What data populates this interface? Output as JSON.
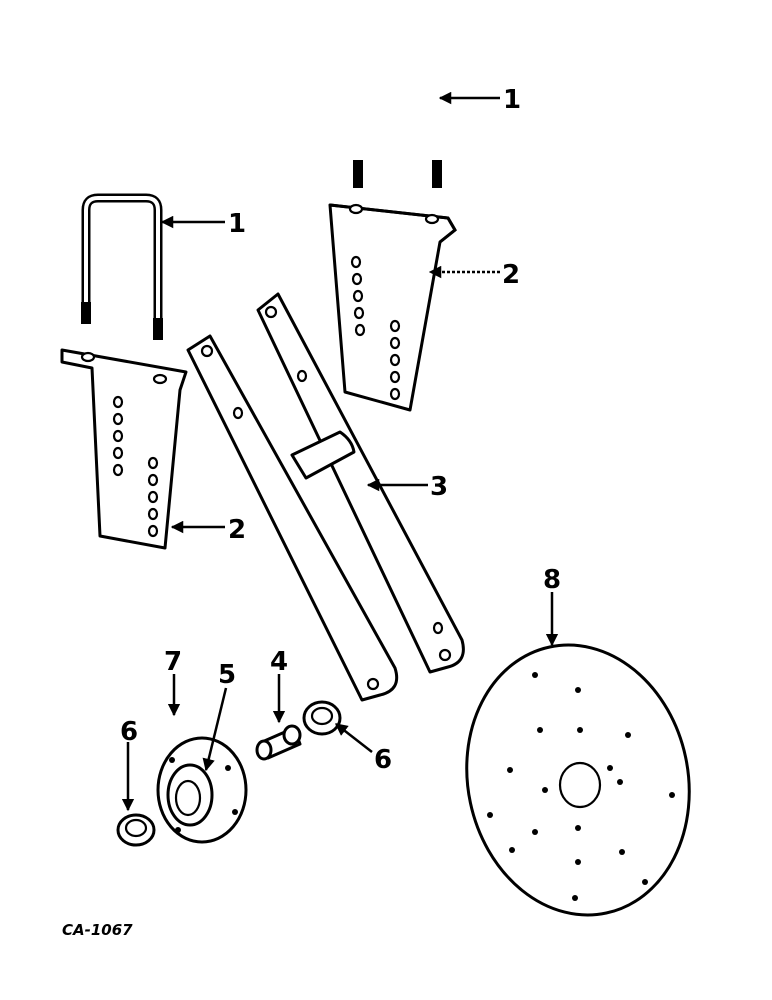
{
  "callouts": [
    {
      "id": "callout-1a",
      "text": "1"
    },
    {
      "id": "callout-1b",
      "text": "1"
    },
    {
      "id": "callout-2a",
      "text": "2"
    },
    {
      "id": "callout-2b",
      "text": "2"
    },
    {
      "id": "callout-3",
      "text": "3"
    },
    {
      "id": "callout-4",
      "text": "4"
    },
    {
      "id": "callout-5",
      "text": "5"
    },
    {
      "id": "callout-6a",
      "text": "6"
    },
    {
      "id": "callout-6b",
      "text": "6"
    },
    {
      "id": "callout-7",
      "text": "7"
    },
    {
      "id": "callout-8",
      "text": "8"
    }
  ],
  "figure_code": "CA-1067"
}
